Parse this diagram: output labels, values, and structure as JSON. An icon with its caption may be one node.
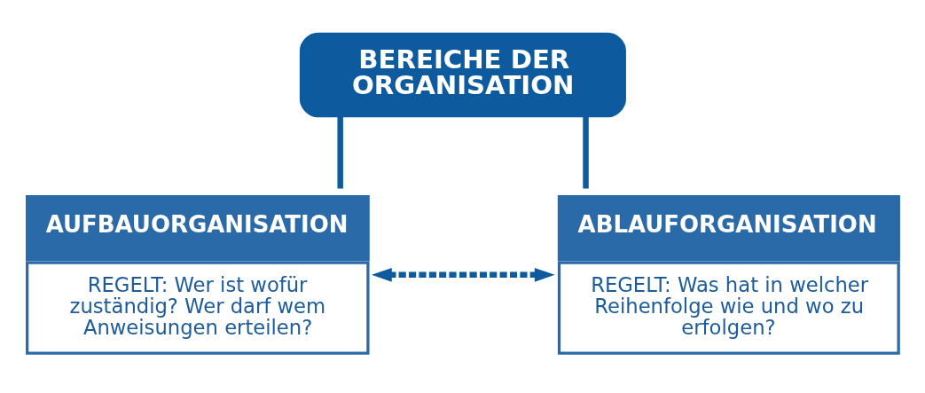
{
  "diagram": {
    "nodes": [
      {
        "text": [
          "BEREICHE DER ORGANISATION"
        ]
      },
      {
        "text": [
          "AUFBAUORGANISATION",
          "REGELT: Wer ist wofür zuständig? Wer darf wem Anweisungen erteilen?"
        ]
      },
      {
        "text": [
          "ABLAUFORGANISATION",
          "REGELT: Was hat in welcher Reihenfolge wie und wo zu erfolgen?"
        ]
      }
    ],
    "edges": [
      {
        "from": 0,
        "to": 1,
        "arrow": "none"
      },
      {
        "from": 0,
        "to": 2,
        "arrow": "none"
      },
      {
        "from": 1,
        "to": 2,
        "arrow": "both",
        "style": "dashed"
      }
    ]
  }
}
